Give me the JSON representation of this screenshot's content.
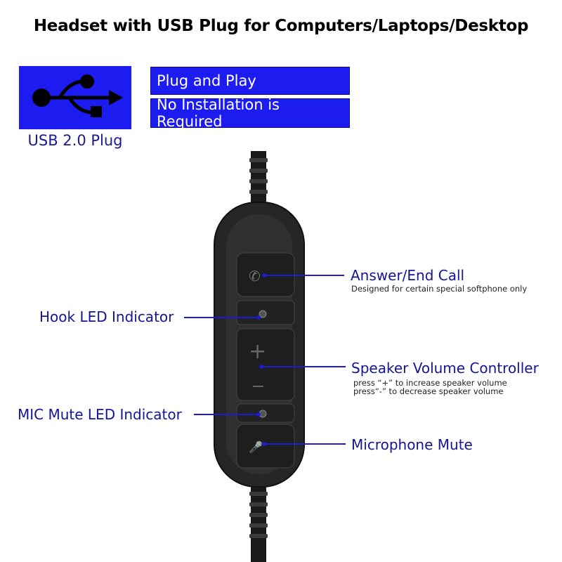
{
  "title": "Headset with USB Plug for Computers/Laptops/Desktop",
  "usb": {
    "icon": "usb-icon",
    "label": "USB 2.0 Plug"
  },
  "features": [
    "Plug and Play",
    "No Installation is Required"
  ],
  "callouts": {
    "answer": {
      "label": "Answer/End Call",
      "note": "Designed for certain special softphone only"
    },
    "hook": {
      "label": "Hook LED Indicator"
    },
    "volume": {
      "label": "Speaker Volume Controller",
      "note1": "press “+” to increase speaker volume",
      "note2": "press“-” to decrease speaker volume"
    },
    "micled": {
      "label": "MIC Mute LED Indicator"
    },
    "mute": {
      "label": "Microphone Mute"
    }
  },
  "colors": {
    "blue_box": "#1c1cf0",
    "label_text": "#141496",
    "controller": "#2a2a2a"
  }
}
